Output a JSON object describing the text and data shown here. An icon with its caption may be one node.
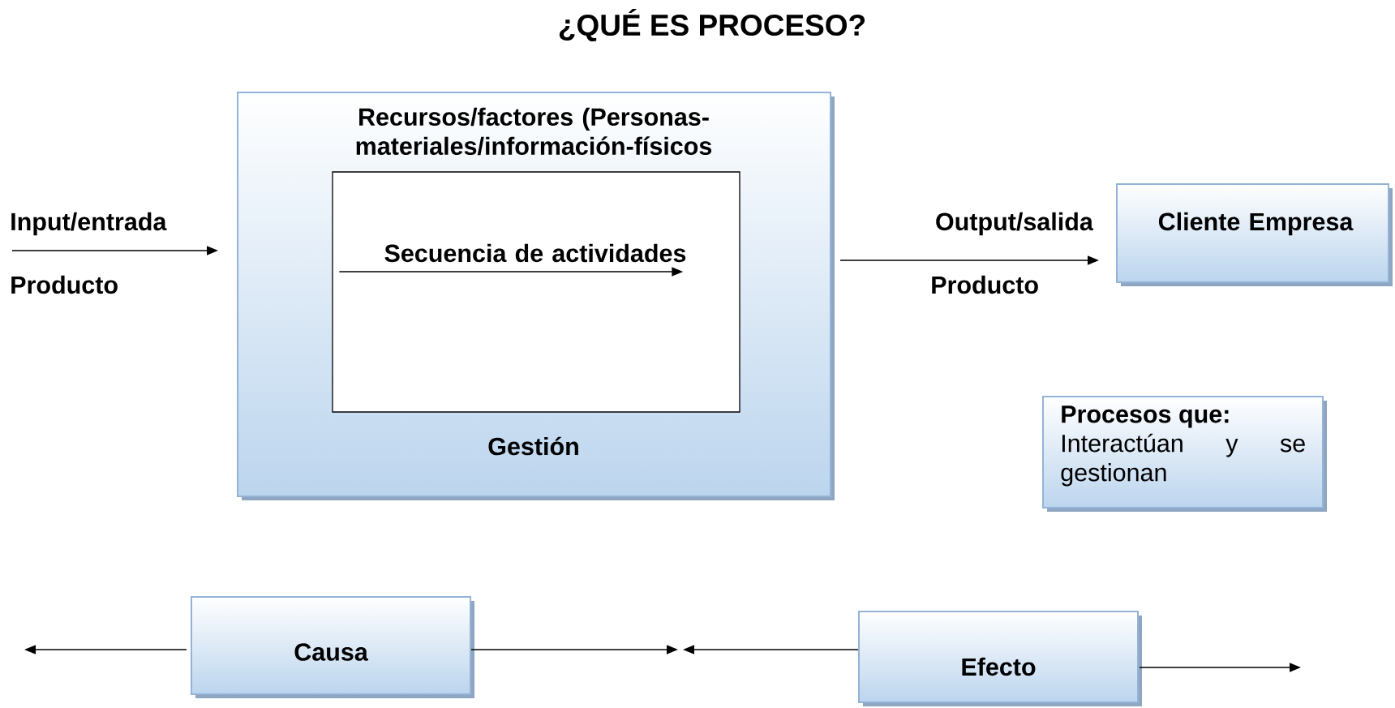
{
  "diagram": {
    "title": "¿QUÉ ES PROCESO?",
    "nodes": [
      {
        "text": [
          "Recursos/factores (Personas-materiales/información-físicos",
          "Gestión"
        ]
      },
      {
        "text": [
          "Secuencia de actividades"
        ],
        "in": 0
      },
      {
        "text": [
          "Cliente Empresa"
        ]
      },
      {
        "text": [
          "Procesos que:",
          "Interactúan y se gestionan"
        ]
      },
      {
        "text": [
          "Causa"
        ]
      },
      {
        "text": [
          "Efecto"
        ]
      }
    ],
    "edges": [
      {
        "from": null,
        "to": 0,
        "arrow": "to",
        "label": "Input/entrada"
      },
      {
        "from": 0,
        "to": 2,
        "arrow": "to",
        "label": "Output/salida"
      },
      {
        "from": 4,
        "to": null,
        "arrow": "to"
      },
      {
        "from": 4,
        "to": null,
        "arrow": "to"
      },
      {
        "from": 5,
        "to": null,
        "arrow": "to"
      },
      {
        "from": 5,
        "to": null,
        "arrow": "to"
      }
    ],
    "labels": [
      "Producto",
      "Producto"
    ]
  }
}
